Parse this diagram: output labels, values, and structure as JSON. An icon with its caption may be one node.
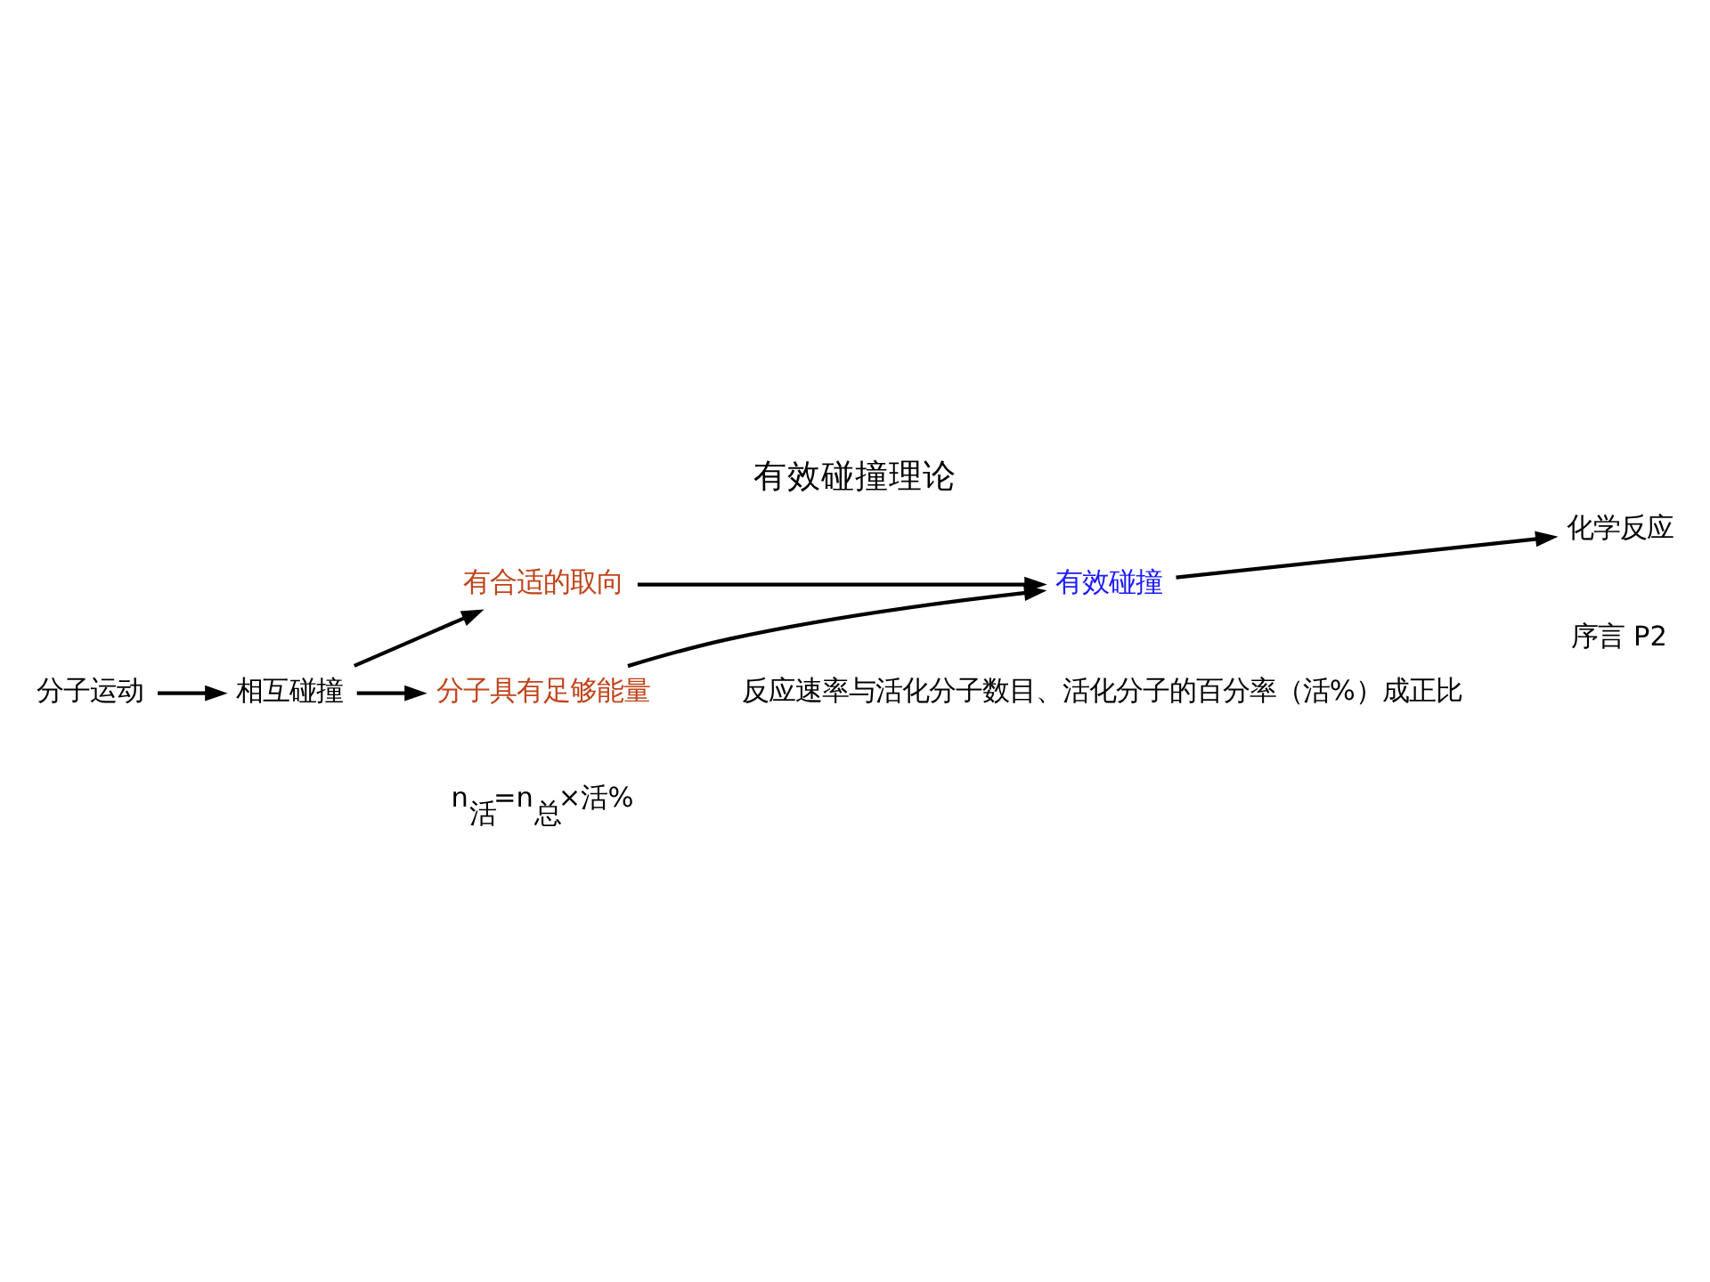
{
  "diagram": {
    "title": "有效碰撞理论",
    "nodes": [
      {
        "text": [
          "分子运动"
        ]
      },
      {
        "text": [
          "相互碰撞"
        ]
      },
      {
        "text": [
          "分子具有足够能量"
        ]
      },
      {
        "text": [
          "有合适的取向"
        ]
      },
      {
        "text": [
          "有效碰撞"
        ]
      },
      {
        "text": [
          "化学反应"
        ]
      }
    ],
    "edges": [
      {
        "from": 0,
        "to": 1,
        "arrow": "to"
      },
      {
        "from": 1,
        "to": 2,
        "arrow": "to"
      },
      {
        "from": 1,
        "to": 3,
        "arrow": "to"
      },
      {
        "from": 2,
        "to": 4,
        "arrow": "to"
      },
      {
        "from": 3,
        "to": 4,
        "arrow": "to"
      },
      {
        "from": 4,
        "to": 5,
        "arrow": "to"
      }
    ],
    "labels": [
      "序言 P2",
      "n$_{活}$=n$_{总}$×活%",
      "反应速率与活化分子数目、活化分子的百分率（活%）成正比"
    ]
  }
}
